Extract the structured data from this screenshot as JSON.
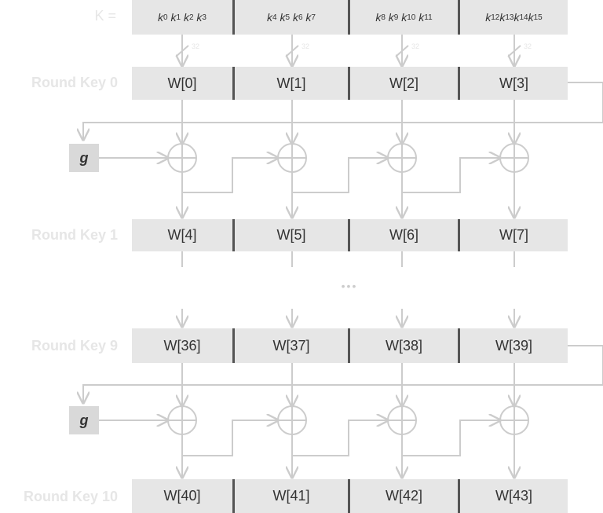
{
  "key_row": {
    "label": "K =",
    "groups": [
      {
        "k1": "k",
        "s1": "0",
        "k2": "k",
        "s2": "1",
        "k3": "k",
        "s3": "2",
        "k4": "k",
        "s4": "3"
      },
      {
        "k1": "k",
        "s1": "4",
        "k2": "k",
        "s2": "5",
        "k3": "k",
        "s3": "6",
        "k4": "k",
        "s4": "7"
      },
      {
        "k1": "k",
        "s1": "8",
        "k2": "k",
        "s2": "9",
        "k3": "k",
        "s3": "10",
        "k4": "k",
        "s4": "11"
      },
      {
        "k1": "k",
        "s1": "12",
        "k2": "k",
        "s2": "13",
        "k3": "k",
        "s3": "14",
        "k4": "k",
        "s4": "15"
      }
    ],
    "bus_width": "32"
  },
  "rounds": [
    {
      "label": "Round Key 0",
      "words": [
        "W[0]",
        "W[1]",
        "W[2]",
        "W[3]"
      ]
    },
    {
      "label": "Round Key 1",
      "words": [
        "W[4]",
        "W[5]",
        "W[6]",
        "W[7]"
      ]
    },
    {
      "label": "Round Key 9",
      "words": [
        "W[36]",
        "W[37]",
        "W[38]",
        "W[39]"
      ]
    },
    {
      "label": "Round Key 10",
      "words": [
        "W[40]",
        "W[41]",
        "W[42]",
        "W[43]"
      ]
    }
  ],
  "g_label": "g",
  "ellipsis": "•••",
  "colors": {
    "box": "#e6e6e6",
    "line": "#cccccc",
    "separator": "#555555",
    "text": "#333333"
  }
}
